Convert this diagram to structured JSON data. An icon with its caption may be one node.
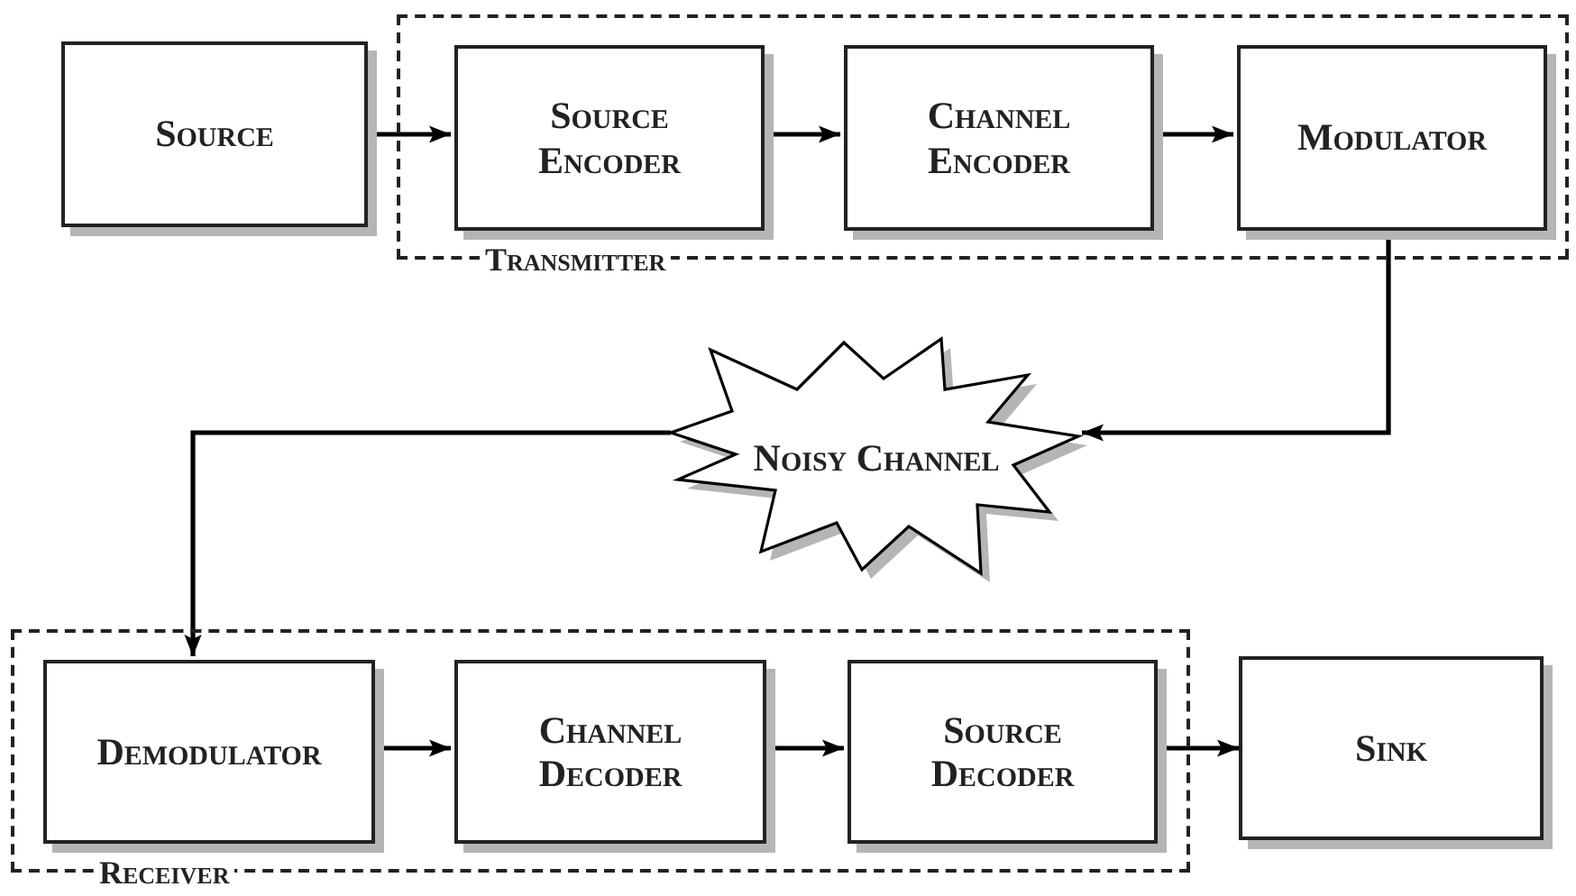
{
  "diagram": {
    "nodes": [
      {
        "text": [
          "Source"
        ]
      },
      {
        "text": [
          "Transmitter"
        ]
      },
      {
        "text": [
          "Source Encoder"
        ],
        "in": 1
      },
      {
        "text": [
          "Channel Encoder"
        ],
        "in": 1
      },
      {
        "text": [
          "Modulator"
        ],
        "in": 1
      },
      {
        "text": [
          "Noisy Channel"
        ]
      },
      {
        "text": [
          "Receiver"
        ]
      },
      {
        "text": [
          "Demodulator"
        ],
        "in": 6
      },
      {
        "text": [
          "Channel Decoder"
        ],
        "in": 6
      },
      {
        "text": [
          "Source Decoder"
        ],
        "in": 6
      },
      {
        "text": [
          "Sink"
        ]
      }
    ],
    "edges": [
      {
        "from": 0,
        "to": 2,
        "arrow": "to"
      },
      {
        "from": 2,
        "to": 3,
        "arrow": "to"
      },
      {
        "from": 3,
        "to": 4,
        "arrow": "to"
      },
      {
        "from": 4,
        "to": 5,
        "arrow": "to"
      },
      {
        "from": 5,
        "to": 7,
        "arrow": "to"
      },
      {
        "from": 7,
        "to": 8,
        "arrow": "to"
      },
      {
        "from": 8,
        "to": 9,
        "arrow": "to"
      },
      {
        "from": 9,
        "to": 10,
        "arrow": "to"
      }
    ]
  }
}
